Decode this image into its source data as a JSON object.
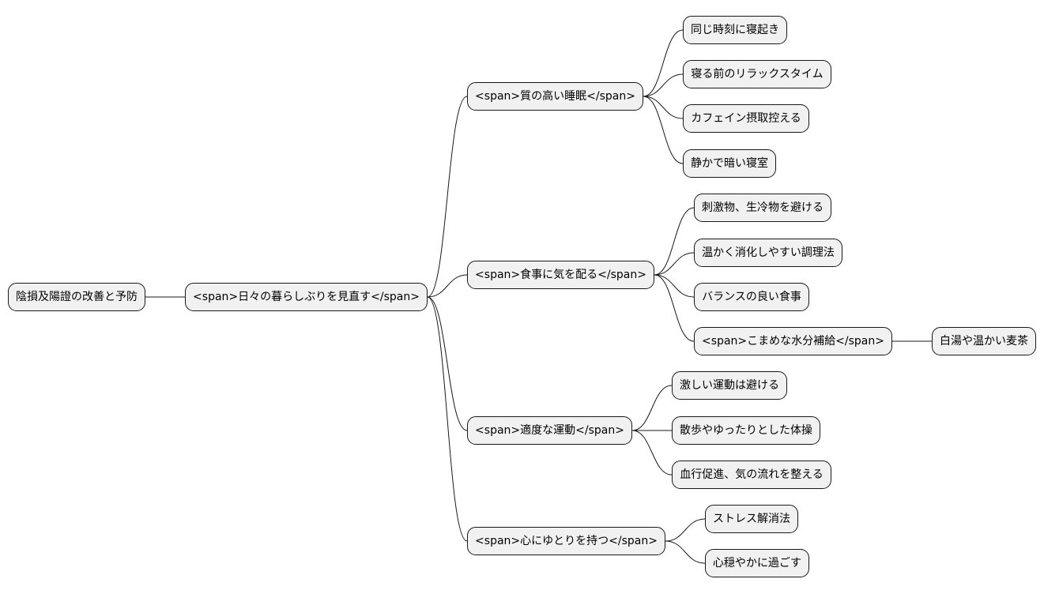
{
  "mindmap": {
    "root": {
      "label": "陰損及陽證の改善と予防",
      "children": [
        {
          "label": "<span>日々の暮らしぶりを見直す</span>",
          "children": [
            {
              "label": "<span>質の高い睡眠</span>",
              "children": [
                {
                  "label": "同じ時刻に寝起き"
                },
                {
                  "label": "寝る前のリラックスタイム"
                },
                {
                  "label": "カフェイン摂取控える"
                },
                {
                  "label": "静かで暗い寝室"
                }
              ]
            },
            {
              "label": "<span>食事に気を配る</span>",
              "children": [
                {
                  "label": "刺激物、生冷物を避ける"
                },
                {
                  "label": "温かく消化しやすい調理法"
                },
                {
                  "label": "バランスの良い食事"
                },
                {
                  "label": "<span>こまめな水分補給</span>",
                  "children": [
                    {
                      "label": "白湯や温かい麦茶"
                    }
                  ]
                }
              ]
            },
            {
              "label": "<span>適度な運動</span>",
              "children": [
                {
                  "label": "激しい運動は避ける"
                },
                {
                  "label": "散歩やゆったりとした体操"
                },
                {
                  "label": "血行促進、気の流れを整える"
                }
              ]
            },
            {
              "label": "<span>心にゆとりを持つ</span>",
              "children": [
                {
                  "label": "ストレス解消法"
                },
                {
                  "label": "心穏やかに過ごす"
                }
              ]
            }
          ]
        }
      ]
    }
  }
}
